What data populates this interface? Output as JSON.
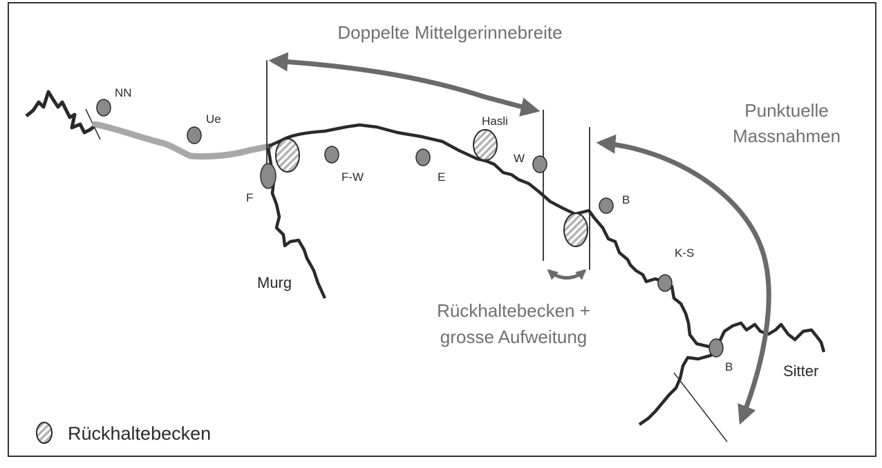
{
  "labels": {
    "top_annotation": "Doppelte Mittelgerinnebreite",
    "right_annotation_line1": "Punktuelle",
    "right_annotation_line2": "Massnahmen",
    "middle_annotation_line1": "Rückhaltebecken +",
    "middle_annotation_line2": "grosse Aufweitung",
    "river_murg": "Murg",
    "river_sitter": "Sitter"
  },
  "sites": {
    "NN": "NN",
    "Ue": "Ue",
    "F": "F",
    "FW": "F-W",
    "E": "E",
    "Hasli": "Hasli",
    "W": "W",
    "B1": "B",
    "KS": "K-S",
    "B2": "B"
  },
  "legend": {
    "label": "Rückhaltebecken"
  },
  "colors": {
    "river": "#2a2a2a",
    "channelized_reach": "#a8a8a8",
    "arrow": "#6a6a6a",
    "site_fill": "#8a8a8a",
    "basin_hatch": "#b0b0b0"
  }
}
